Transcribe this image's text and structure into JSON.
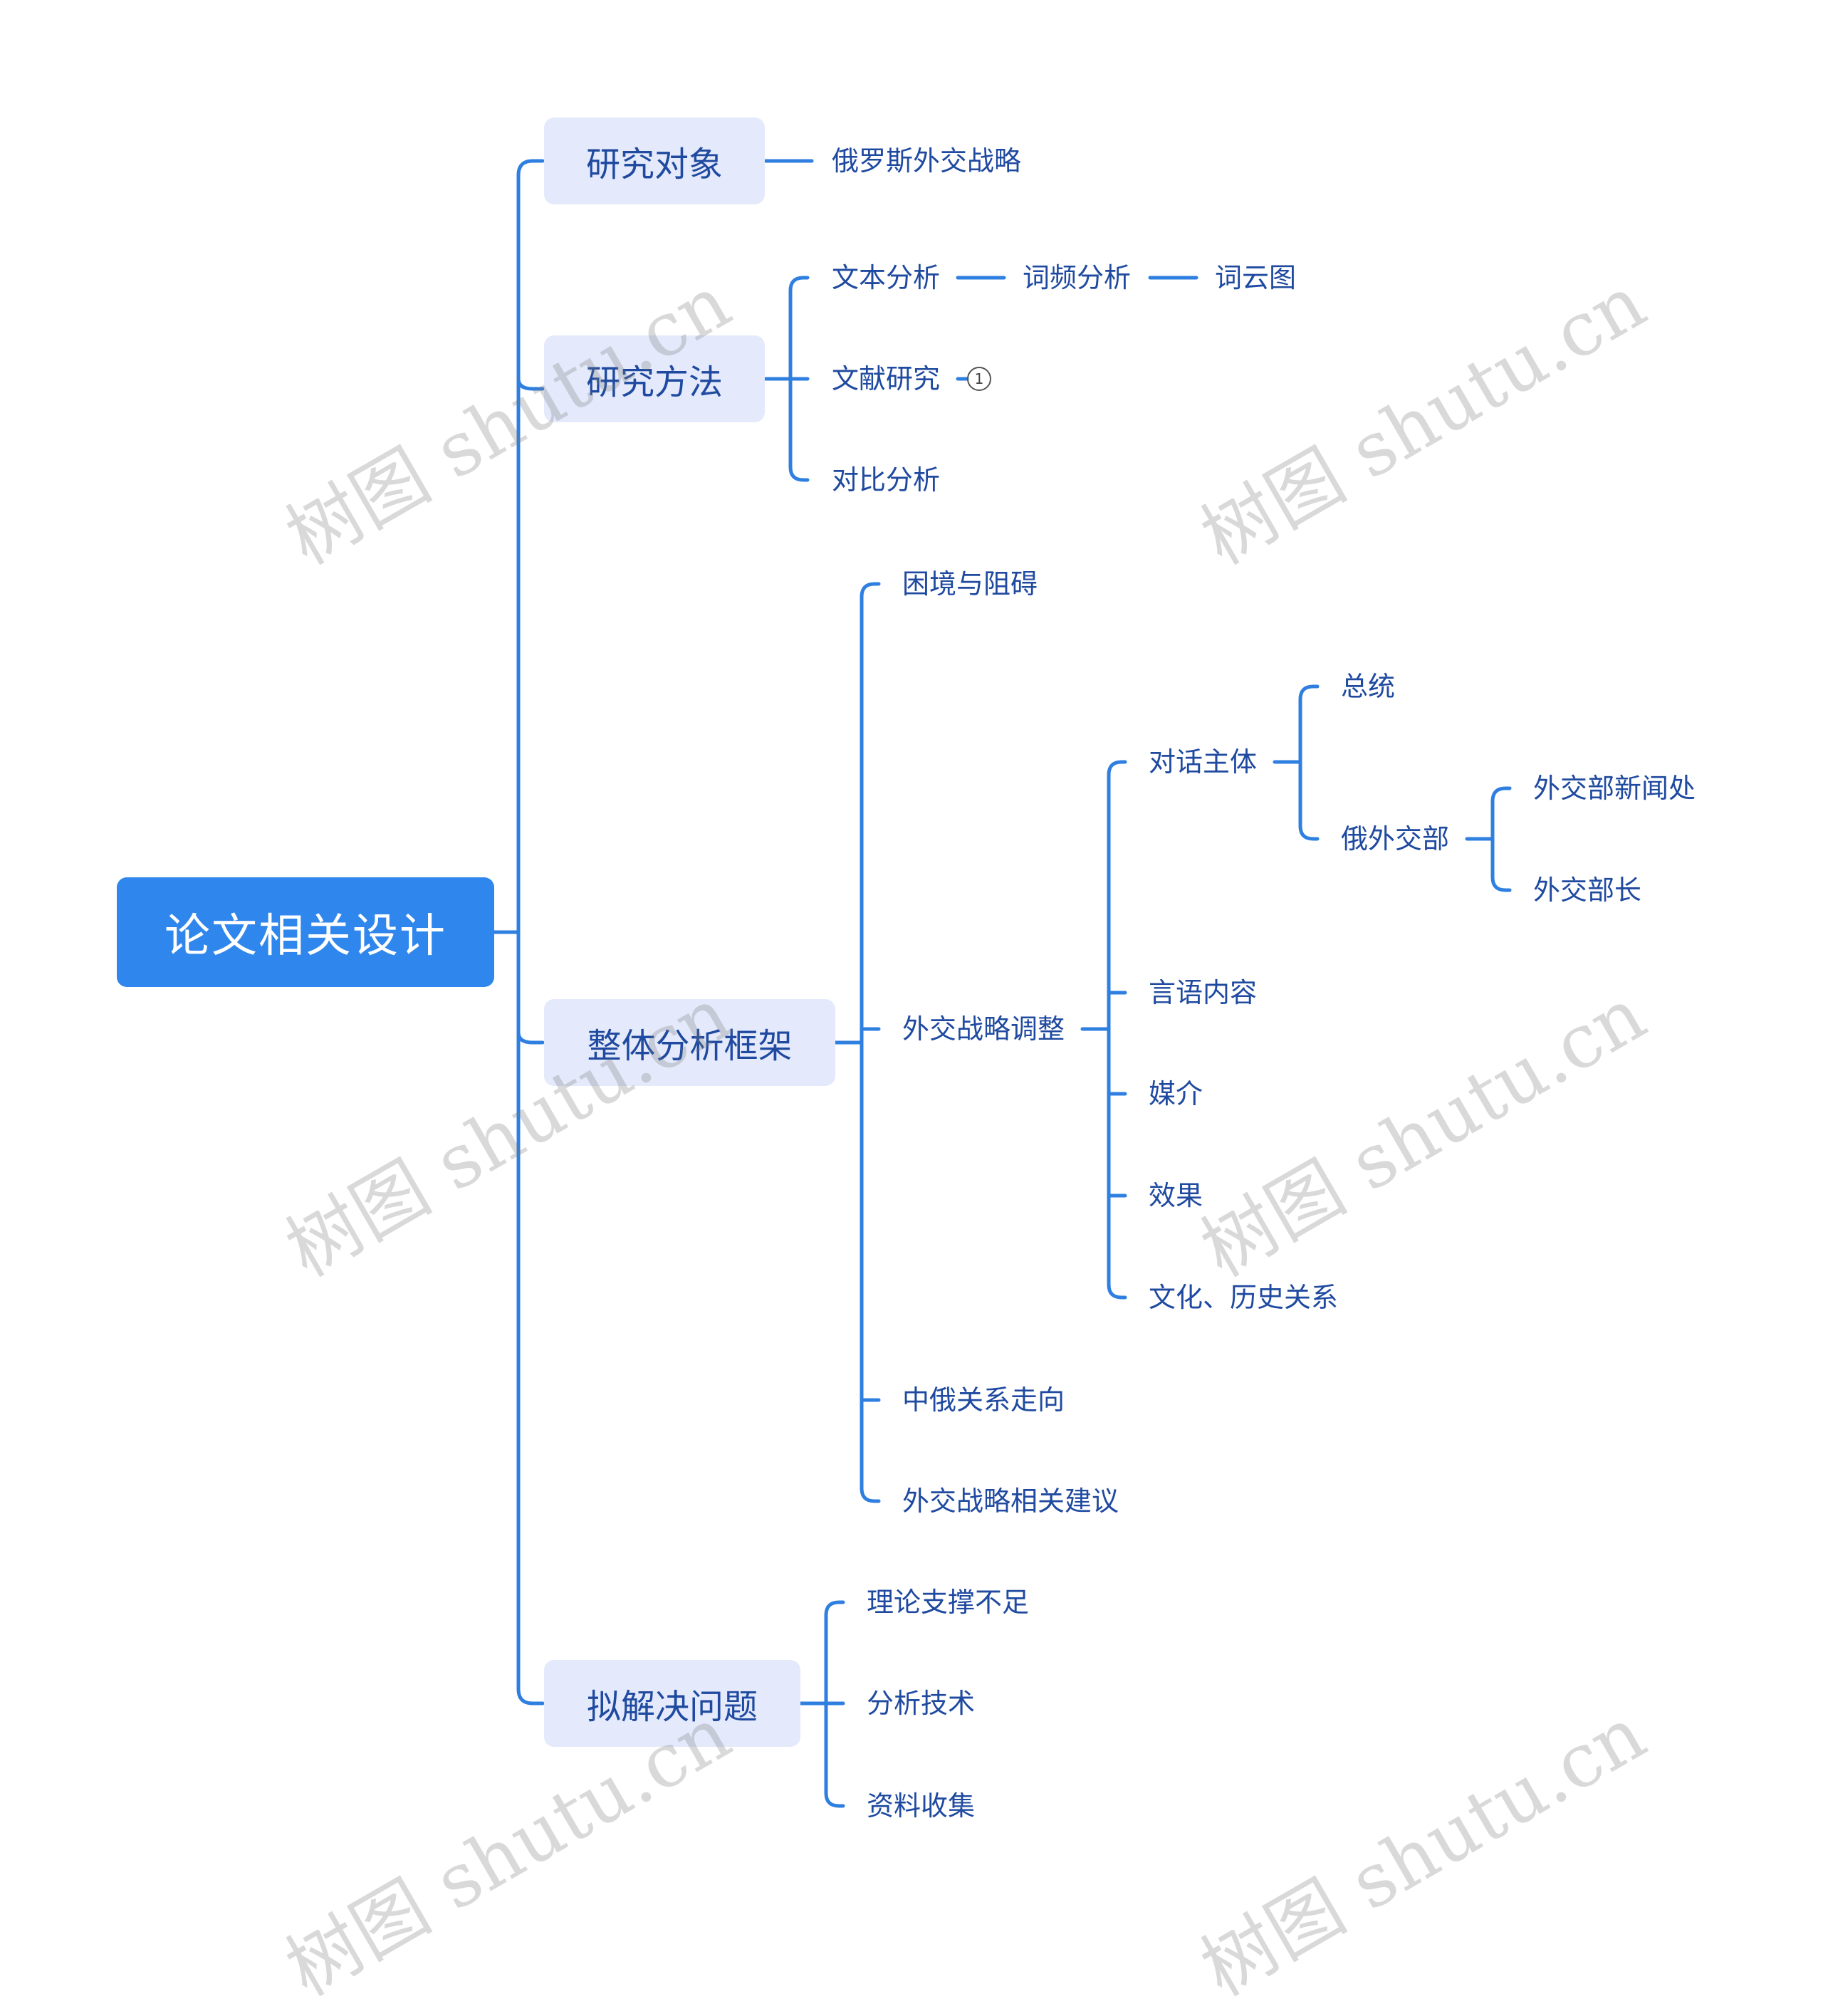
{
  "root": "论文相关设计",
  "branches": {
    "object": {
      "label": "研究对象",
      "children": [
        "俄罗斯外交战略"
      ]
    },
    "method": {
      "label": "研究方法",
      "text_analysis": "文本分析",
      "word_freq": "词频分析",
      "word_cloud": "词云图",
      "literature": "文献研究",
      "literature_badge": "1",
      "compare": "对比分析"
    },
    "framework": {
      "label": "整体分析框架",
      "dilemma": "困境与阻碍",
      "adjust": "外交战略调整",
      "subject": "对话主体",
      "president": "总统",
      "mfa": "俄外交部",
      "press": "外交部新闻处",
      "minister": "外交部长",
      "speech": "言语内容",
      "media": "媒介",
      "effect": "效果",
      "culture": "文化、历史关系",
      "relations": "中俄关系走向",
      "advice": "外交战略相关建议"
    },
    "problems": {
      "label": "拟解决问题",
      "theory": "理论支撑不足",
      "tech": "分析技术",
      "data": "资料收集"
    }
  },
  "watermark": "树图 shutu.cn",
  "colors": {
    "line": "#2f7fe0",
    "root_bg": "#2f86ec",
    "l1_bg": "#e4eafb",
    "text": "#1f4aa0"
  }
}
